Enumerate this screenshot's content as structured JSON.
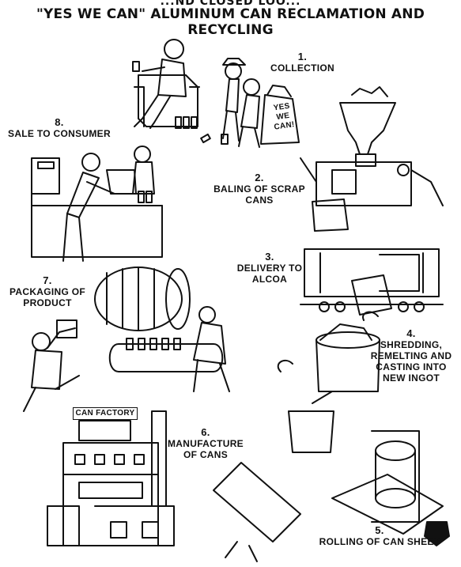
{
  "title": {
    "line1": "...ND CLOSED LOO...",
    "line2": "\"YES WE CAN\" ALUMINUM CAN RECLAMATION AND RECYCLING"
  },
  "steps": [
    {
      "num": "1.",
      "label": "COLLECTION"
    },
    {
      "num": "2.",
      "label": "BALING OF SCRAP CANS"
    },
    {
      "num": "3.",
      "label": "DELIVERY TO ALCOA"
    },
    {
      "num": "4.",
      "label": "SHREDDING, REMELTING AND CASTING INTO NEW INGOT"
    },
    {
      "num": "5.",
      "label": "ROLLING OF CAN SHEET"
    },
    {
      "num": "6.",
      "label": "MANUFACTURE OF CANS"
    },
    {
      "num": "7.",
      "label": "PACKAGING OF PRODUCT"
    },
    {
      "num": "8.",
      "label": "SALE TO CONSUMER"
    }
  ],
  "signs": {
    "sack": "YES WE CAN!",
    "factory": "CAN FACTORY"
  }
}
